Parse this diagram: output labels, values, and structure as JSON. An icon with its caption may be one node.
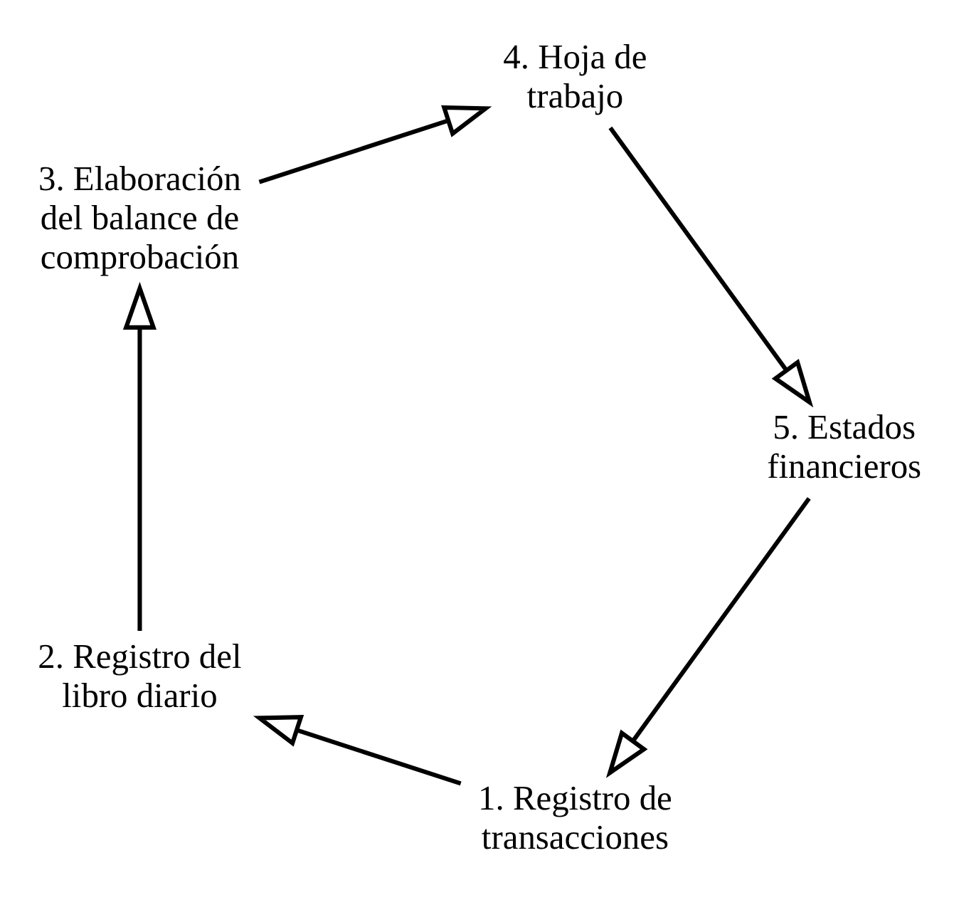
{
  "diagram": {
    "nodes": [
      {
        "text": [
          "1. Registro de transacciones"
        ]
      },
      {
        "text": [
          "2. Registro del libro diario"
        ]
      },
      {
        "text": [
          "3. Elaboración del balance de comprobación"
        ]
      },
      {
        "text": [
          "4. Hoja de trabajo"
        ]
      },
      {
        "text": [
          "5. Estados financieros"
        ]
      }
    ],
    "edges": [
      {
        "from": 4,
        "to": 0,
        "arrow": "to"
      },
      {
        "from": 0,
        "to": 1,
        "arrow": "to"
      },
      {
        "from": 1,
        "to": 2,
        "arrow": "to"
      },
      {
        "from": 2,
        "to": 3,
        "arrow": "to"
      },
      {
        "from": 3,
        "to": 4,
        "arrow": "to"
      }
    ]
  }
}
